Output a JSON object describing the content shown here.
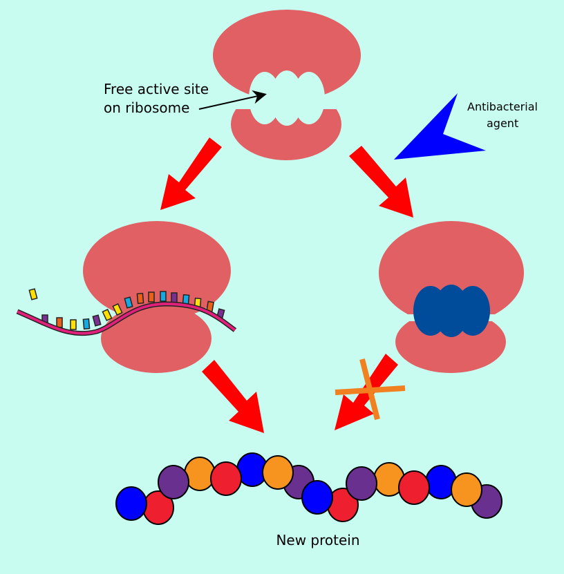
{
  "labels": {
    "active_site": [
      "Free active site",
      "on ribosome"
    ],
    "antibacterial": [
      "Antibacterial",
      "agent"
    ],
    "protein": "New protein"
  },
  "colors": {
    "background": "#c8fcf0",
    "ribosome": "#e06064",
    "arrow": "#ff0000",
    "agent": "#0000ff",
    "bound_agent": "#004c9a",
    "cross": "#f08020",
    "mrna": "#e0207a"
  },
  "codon_colors": [
    "#ffe000",
    "#7a3090",
    "#e8601a",
    "#ffe000",
    "#18a8e0",
    "#7a3090",
    "#ffe000",
    "#ffe000",
    "#18a8e0",
    "#e8601a",
    "#e8601a",
    "#18a8e0",
    "#7a3090",
    "#18a8e0",
    "#ffe000",
    "#e8601a",
    "#7a3090"
  ],
  "protein_beads": [
    "#0000ff",
    "#ee2030",
    "#6a3090",
    "#f79420",
    "#ee2030",
    "#0000ff",
    "#f79420",
    "#6a3090",
    "#0000ff",
    "#ee2030",
    "#6a3090",
    "#f79420",
    "#ee2030",
    "#0000ff",
    "#f79420",
    "#6a3090"
  ]
}
